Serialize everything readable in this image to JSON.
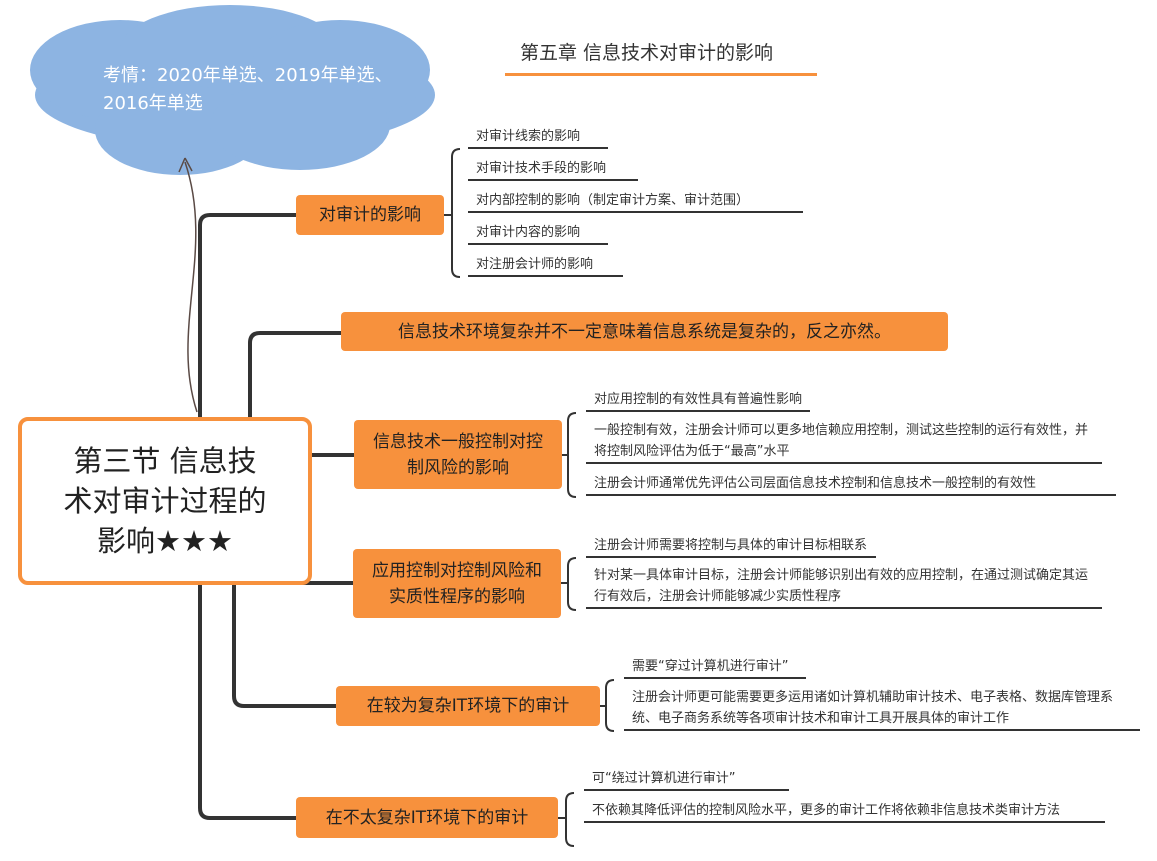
{
  "header": {
    "title": "第五章 信息技术对审计的影响"
  },
  "cloud": {
    "text": "考情：2020年单选、2019年单选、2016年单选"
  },
  "center": {
    "label": "第三节 信息技术对审计过程的影响★★★"
  },
  "branches": [
    {
      "label": "对审计的影响",
      "leaves": [
        "对审计线索的影响",
        "对审计技术手段的影响",
        "对内部控制的影响（制定审计方案、审计范围）",
        "对审计内容的影响",
        "对注册会计师的影响"
      ]
    },
    {
      "label": "信息技术环境复杂并不一定意味着信息系统是复杂的，反之亦然。"
    },
    {
      "label": "信息技术一般控制对控制风险的影响",
      "leaves": [
        "对应用控制的有效性具有普遍性影响",
        "一般控制有效，注册会计师可以更多地信赖应用控制，测试这些控制的运行有效性，并将控制风险评估为低于“最高”水平",
        "注册会计师通常优先评估公司层面信息技术控制和信息技术一般控制的有效性"
      ]
    },
    {
      "label": "应用控制对控制风险和实质性程序的影响",
      "leaves": [
        "注册会计师需要将控制与具体的审计目标相联系",
        "针对某一具体审计目标，注册会计师能够识别出有效的应用控制，在通过测试确定其运行有效后，注册会计师能够减少实质性程序"
      ]
    },
    {
      "label": "在较为复杂IT环境下的审计",
      "leaves": [
        "需要“穿过计算机进行审计”",
        "注册会计师更可能需要更多运用诸如计算机辅助审计技术、电子表格、数据库管理系统、电子商务系统等各项审计技术和审计工具开展具体的审计工作"
      ]
    },
    {
      "label": "在不太复杂IT环境下的审计",
      "leaves": [
        "可“绕过计算机进行审计”",
        "不依赖其降低评估的控制风险水平，更多的审计工作将依赖非信息技术类审计方法"
      ]
    }
  ],
  "colors": {
    "accent": "#f7913d",
    "cloud": "#8db4e2",
    "line": "#333333"
  }
}
